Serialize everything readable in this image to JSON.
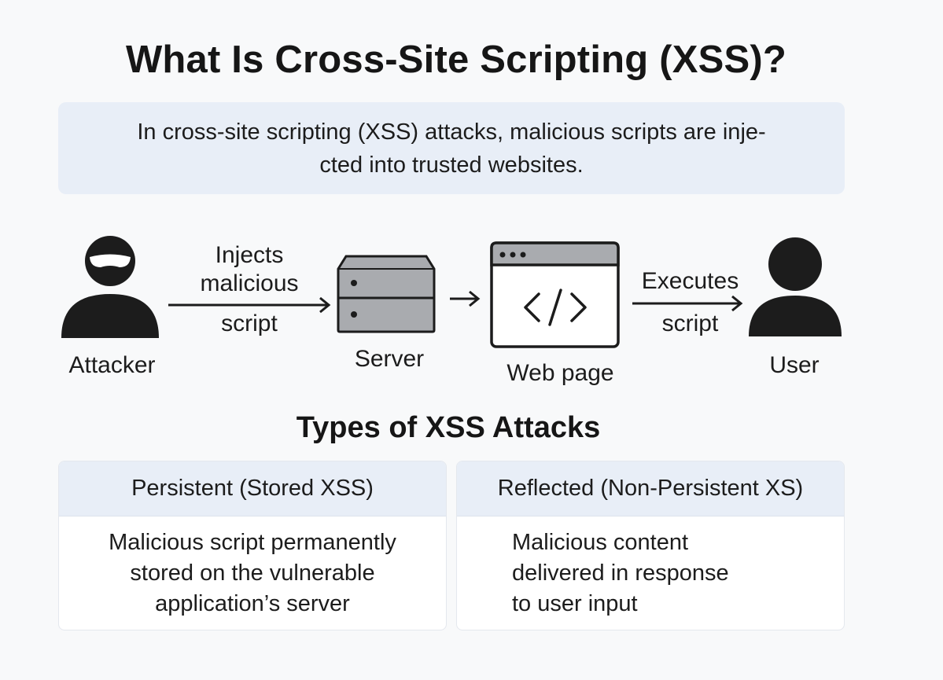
{
  "title": "What Is Cross-Site Scripting (XSS)?",
  "intro": {
    "line1": "In cross-site scripting (XSS) attacks, malicious scripts are inje-",
    "line2": "cted into trusted websites."
  },
  "flow": {
    "attacker": "Attacker",
    "inject_line1": "Injects",
    "inject_line2": "malicious",
    "inject_line3": "script",
    "server": "Server",
    "webpage": "Web page",
    "exec_line1": "Executes",
    "exec_line2": "script",
    "user": "User"
  },
  "icons": {
    "attacker": "masked-person-icon",
    "server": "server-icon",
    "webpage": "browser-code-icon",
    "user": "person-icon"
  },
  "types": {
    "heading": "Types of XSS Attacks",
    "persistent": {
      "header": "Persistent (Stored XSS)",
      "line1": "Malicious script permanently",
      "line2": "stored on the vulnerable",
      "line3": "application’s server"
    },
    "reflected": {
      "header": "Reflected (Non-Persistent XS)",
      "line1": "Malicious content",
      "line2": "delivered in response",
      "line3": "to user input"
    }
  },
  "colors": {
    "background": "#f8f9fa",
    "panel": "#e8eef7",
    "icon": "#1c1c1c",
    "server_fill": "#a9abaf"
  }
}
